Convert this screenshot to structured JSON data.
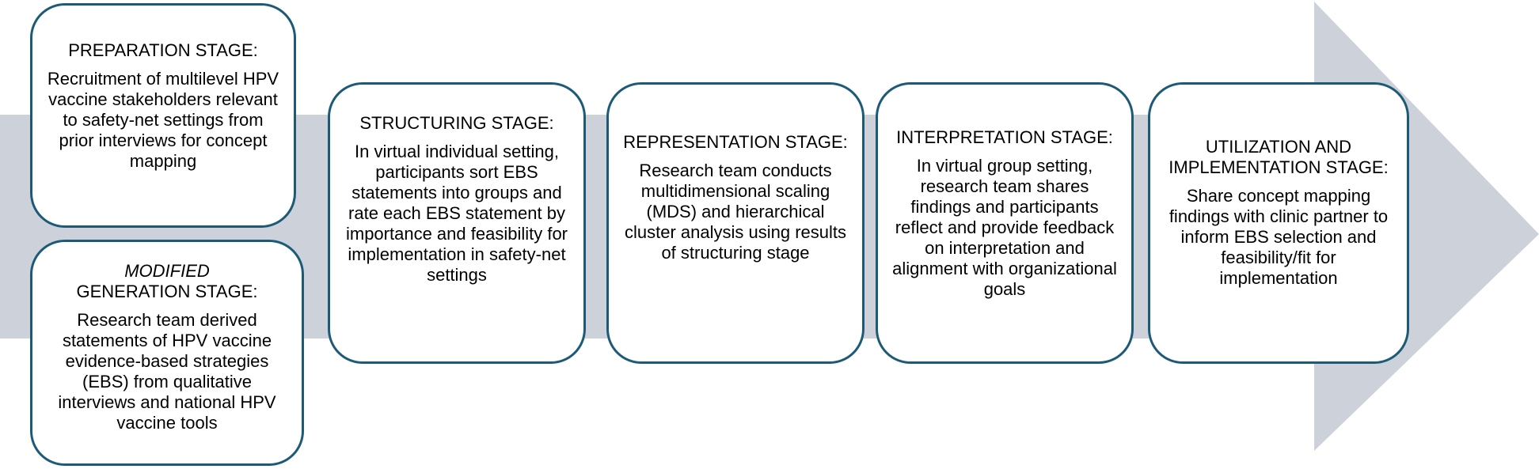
{
  "colors": {
    "arrow_fill": "#cdd2da",
    "box_border": "#1d5a78",
    "box_fill": "#ffffff"
  },
  "stages": {
    "preparation": {
      "title": "PREPARATION STAGE:",
      "body": "Recruitment of multilevel HPV vaccine stakeholders relevant to safety-net settings from prior interviews for concept mapping"
    },
    "generation": {
      "prefix": "MODIFIED",
      "title": "GENERATION STAGE:",
      "body": "Research team derived statements of HPV vaccine evidence-based strategies (EBS) from qualitative interviews and national HPV vaccine tools"
    },
    "structuring": {
      "title": "STRUCTURING  STAGE:",
      "body": "In virtual individual setting, participants sort EBS statements into groups and rate each EBS statement by importance and feasibility for implementation in safety-net settings"
    },
    "representation": {
      "title": "REPRESENTATION STAGE:",
      "body": "Research team conducts multidimensional scaling (MDS) and hierarchical cluster analysis using results of structuring stage"
    },
    "interpretation": {
      "title": "INTERPRETATION STAGE:",
      "body": "In virtual group setting, research team shares findings and participants reflect and provide feedback on interpretation and alignment with organizational goals"
    },
    "utilization": {
      "title": "UTILIZATION AND IMPLEMENTATION STAGE:",
      "body": "Share concept mapping findings with clinic partner to inform EBS selection and feasibility/fit for implementation"
    }
  }
}
